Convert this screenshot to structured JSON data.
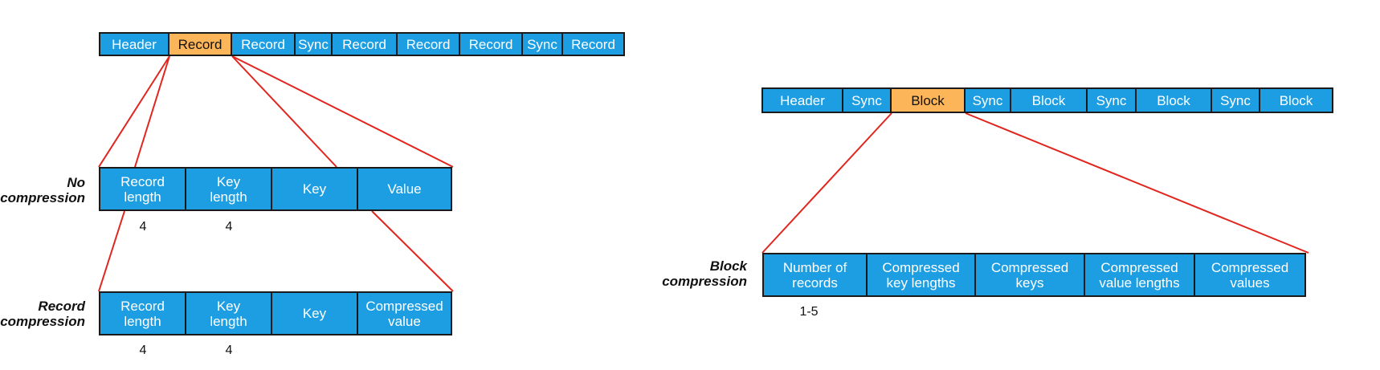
{
  "colors": {
    "cell": "#1e9ee2",
    "highlight": "#fdb55a",
    "connector": "#e0261e",
    "border": "#1a1a1a"
  },
  "record_file": {
    "top": [
      "Header",
      "Record",
      "Record",
      "Sync",
      "Record",
      "Record",
      "Record",
      "Sync",
      "Record"
    ],
    "no_compression": {
      "label": "No\ncompression",
      "cells": [
        "Record\nlength",
        "Key\nlength",
        "Key",
        "Value"
      ],
      "sizes": [
        "4",
        "4"
      ]
    },
    "record_compression": {
      "label": "Record\ncompression",
      "cells": [
        "Record\nlength",
        "Key\nlength",
        "Key",
        "Compressed\nvalue"
      ],
      "sizes": [
        "4",
        "4"
      ]
    }
  },
  "block_file": {
    "top": [
      "Header",
      "Sync",
      "Block",
      "Sync",
      "Block",
      "Sync",
      "Block",
      "Sync",
      "Block"
    ],
    "block_compression": {
      "label": "Block\ncompression",
      "cells": [
        "Number of\nrecords",
        "Compressed\nkey lengths",
        "Compressed\nkeys",
        "Compressed\nvalue lengths",
        "Compressed\nvalues"
      ],
      "sizes": [
        "1-5"
      ]
    }
  }
}
